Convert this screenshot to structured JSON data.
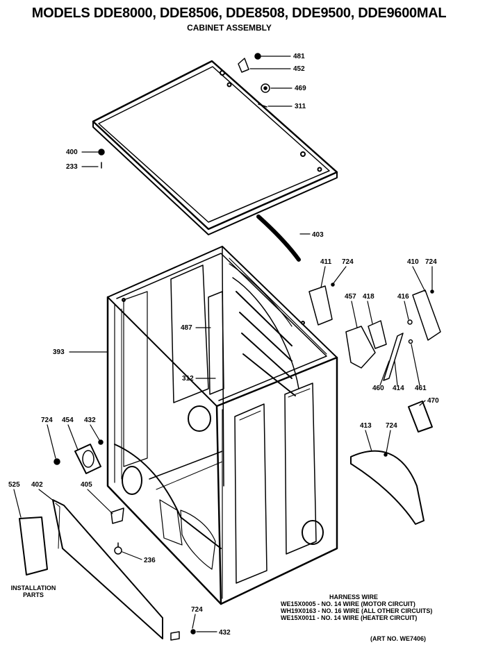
{
  "header": {
    "title": "MODELS DDE8000, DDE8506, DDE8508, DDE9500, DDE9600MAL",
    "subtitle": "CABINET ASSEMBLY"
  },
  "callouts": {
    "c481": "481",
    "c452": "452",
    "c469": "469",
    "c311": "311",
    "c400": "400",
    "c233": "233",
    "c403": "403",
    "c411": "411",
    "c724a": "724",
    "c410": "410",
    "c724b": "724",
    "c457": "457",
    "c418": "418",
    "c416": "416",
    "c487": "487",
    "c312": "312",
    "c393": "393",
    "c460": "460",
    "c414": "414",
    "c461": "461",
    "c470": "470",
    "c724c": "724",
    "c454": "454",
    "c432a": "432",
    "c413": "413",
    "c724d": "724",
    "c525": "525",
    "c402": "402",
    "c405": "405",
    "c236": "236",
    "c724e": "724",
    "c432b": "432"
  },
  "installation": {
    "line1": "INSTALLATION",
    "line2": "PARTS"
  },
  "harness": {
    "title": "HARNESS WIRE",
    "line1": "WE15X0005 - NO. 14 WIRE (MOTOR CIRCUIT)",
    "line2": "WH19X0163 - NO. 16 WIRE (ALL OTHER CIRCUITS)",
    "line3": "WE15X0011 - NO. 14 WIRE (HEATER CIRCUIT)"
  },
  "art_no": "(ART NO. WE7406)"
}
